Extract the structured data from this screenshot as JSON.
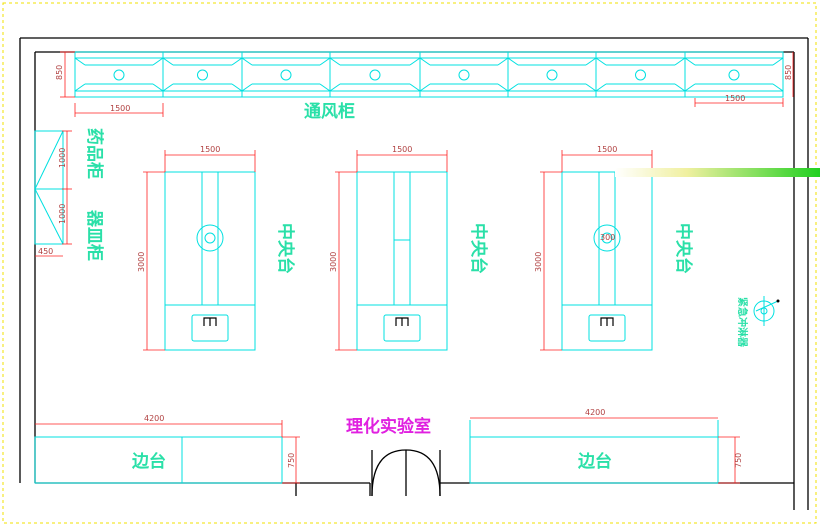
{
  "labels": {
    "fume_hood": "通风柜",
    "chemical_cabinet": "药品柜",
    "glassware_cabinet": "器皿柜",
    "central_bench": "中央台",
    "side_bench": "边台",
    "room_name": "理化实验室",
    "eyewash": "紧急冲淋器"
  },
  "dimensions": {
    "hood_depth": "850",
    "hood_width": "1500",
    "cabinet_len": "1000",
    "cabinet_depth": "450",
    "bench_width": "1500",
    "bench_len": "3000",
    "sink_spacing": "300",
    "side_len": "4200",
    "side_depth": "750"
  },
  "colors": {
    "line": "#00e0e0",
    "dimension": "#ff2020",
    "label": "#2ae0a8",
    "room_label": "#e020e0",
    "border": "#f0e000"
  }
}
